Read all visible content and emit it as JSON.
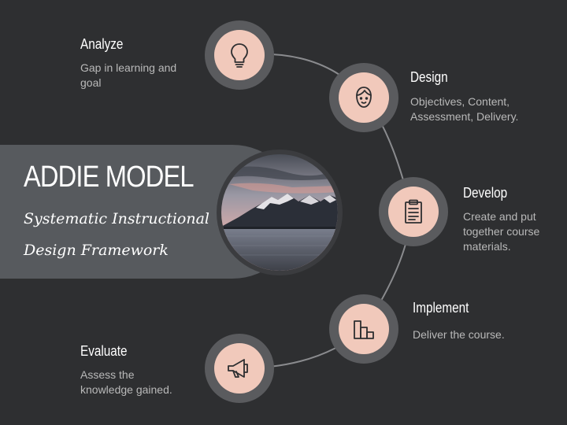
{
  "header": {
    "title": "ADDIE MODEL",
    "subtitle_line1": "Systematic Instructional",
    "subtitle_line2": "Design Framework"
  },
  "colors": {
    "background": "#2e2f31",
    "banner": "#575a5e",
    "node_ring": "#5a5b5e",
    "node_fill": "#f1c9bb",
    "arc": "#8a8b8e",
    "heading_text": "#ffffff",
    "body_text": "#b9b9b9"
  },
  "steps": [
    {
      "label": "Analyze",
      "description_line1": "Gap in learning and",
      "description_line2": "goal",
      "description_line3": "",
      "icon": "lightbulb-icon"
    },
    {
      "label": "Design",
      "description_line1": "Objectives, Content,",
      "description_line2": "Assessment, Delivery.",
      "description_line3": "",
      "icon": "person-icon"
    },
    {
      "label": "Develop",
      "description_line1": "Create and put",
      "description_line2": "together course",
      "description_line3": "materials.",
      "icon": "clipboard-icon"
    },
    {
      "label": "Implement",
      "description_line1": "Deliver the course.",
      "description_line2": "",
      "description_line3": "",
      "icon": "bar-chart-icon"
    },
    {
      "label": "Evaluate",
      "description_line1": "Assess the",
      "description_line2": "knowledge gained.",
      "description_line3": "",
      "icon": "megaphone-icon"
    }
  ]
}
